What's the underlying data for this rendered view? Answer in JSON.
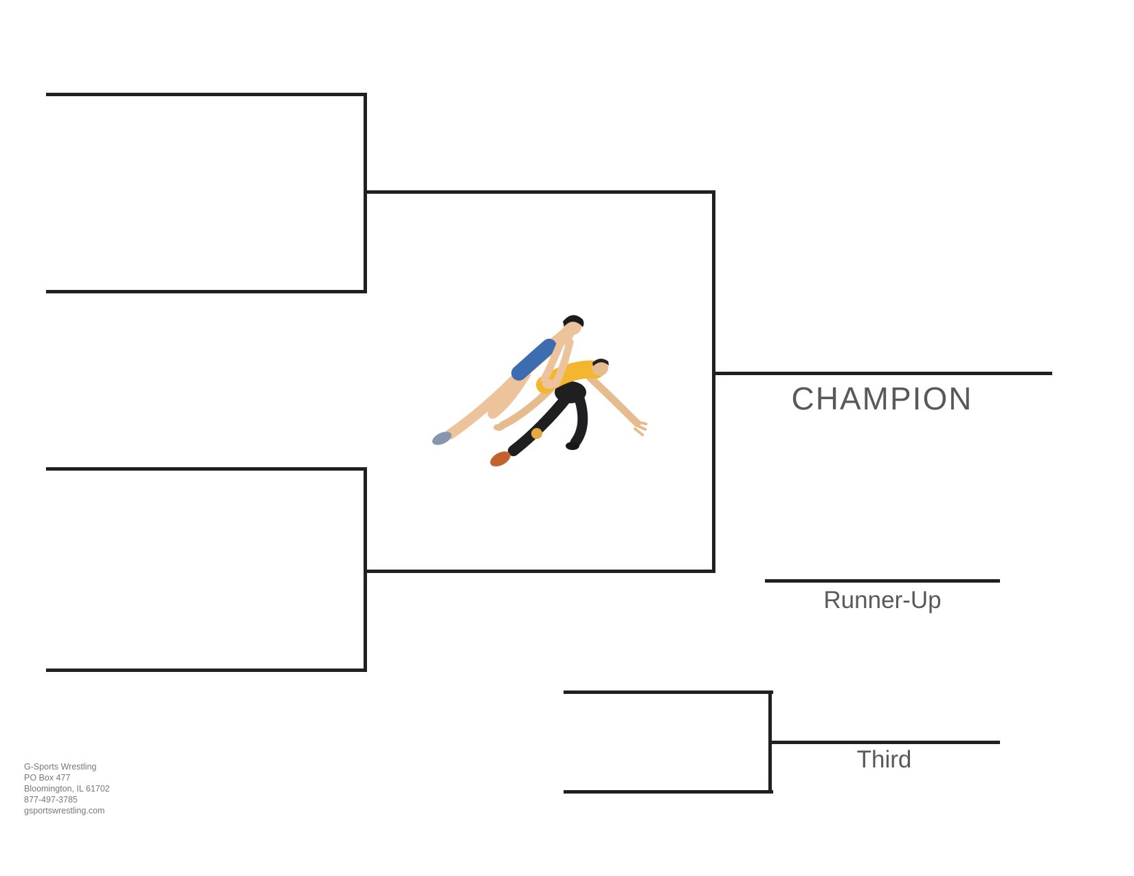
{
  "bracket": {
    "champion_label": "CHAMPION",
    "runner_up_label": "Runner-Up",
    "third_label": "Third"
  },
  "footer": {
    "lines": [
      "G-Sports Wrestling",
      "PO Box 477",
      "Bloomington, IL 61702",
      "877-497-3785",
      "gsportswrestling.com"
    ]
  },
  "colors": {
    "bracket_line": "#231f20",
    "heading_text": "#58595b",
    "footer_text": "#77787a"
  }
}
